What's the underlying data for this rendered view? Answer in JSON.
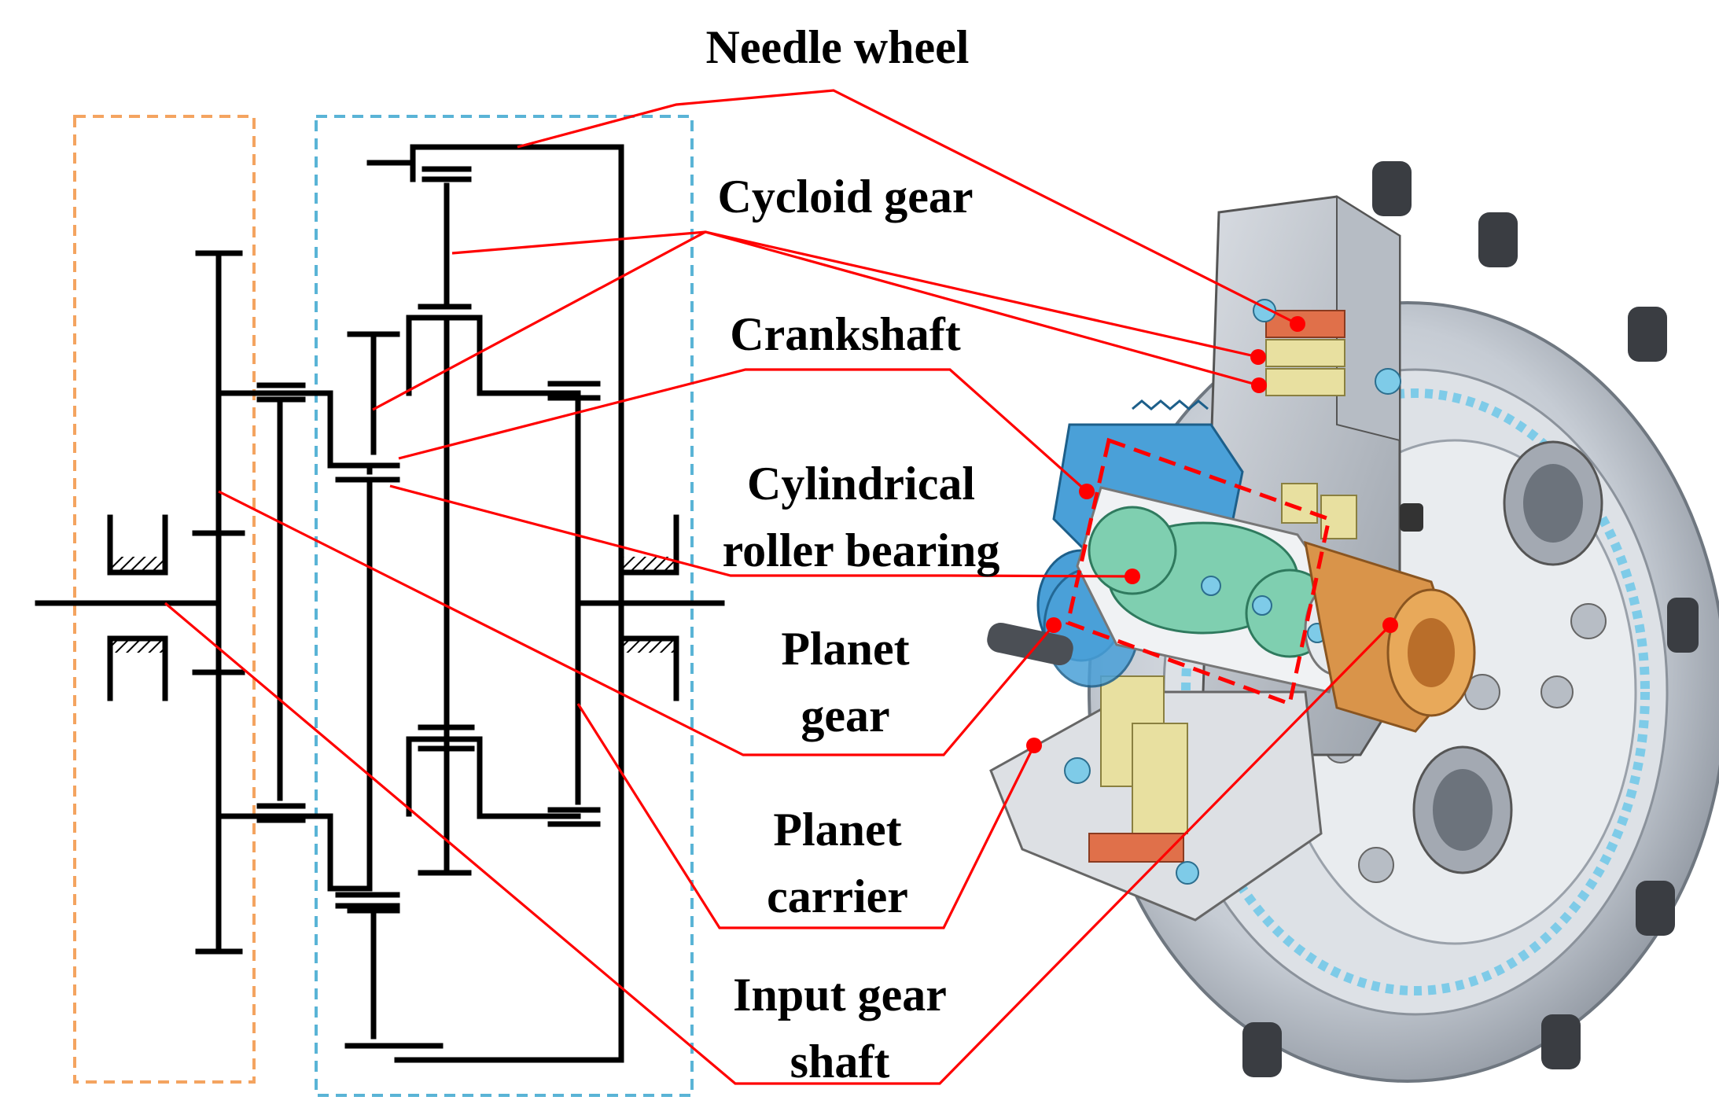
{
  "labels": {
    "needle_wheel": "Needle wheel",
    "cycloid_gear": "Cycloid gear",
    "crankshaft": "Crankshaft",
    "cylindrical_line1": "Cylindrical",
    "cylindrical_line2": "roller bearing",
    "planet_gear_line1": "Planet",
    "planet_gear_line2": "gear",
    "planet_carrier_line1": "Planet",
    "planet_carrier_line2": "carrier",
    "input_shaft_line1": "Input gear",
    "input_shaft_line2": "shaft"
  },
  "colors": {
    "leader": "#ff0000",
    "first_stage_box": "#f4a460",
    "second_stage_box": "#5ab4d6",
    "schematic": "#000000",
    "housing": "#c9ced6",
    "bearing_balls": "#7ecbe8",
    "cycloid_part": "#e8e0a0",
    "needle_part": "#e0704a",
    "input_gear": "#4aa0d8",
    "crank_part": "#7fcfb0",
    "carrier_part": "#d9944a"
  }
}
